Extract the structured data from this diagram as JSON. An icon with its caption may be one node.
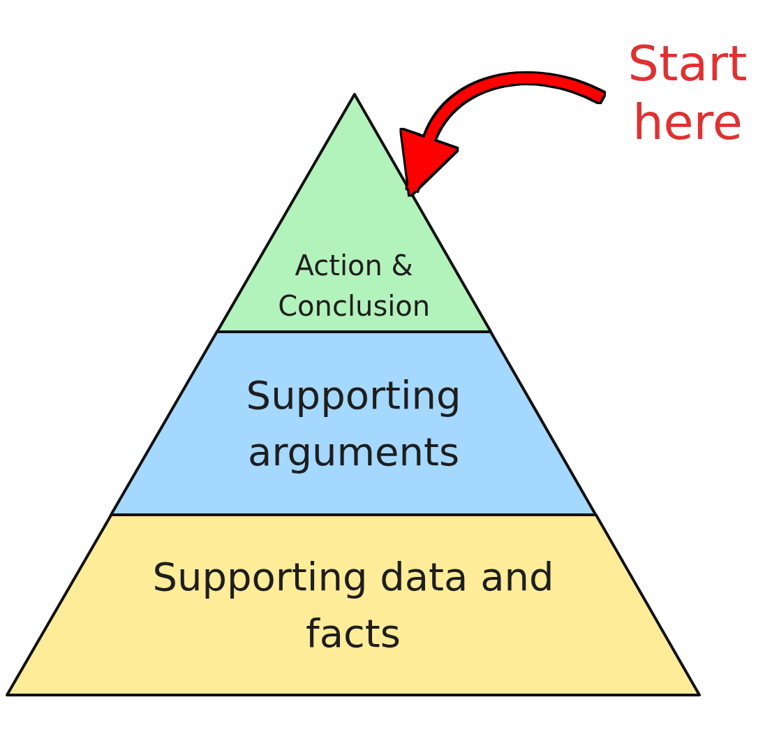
{
  "diagram": {
    "nodes": [
      {
        "text": [
          "Start here"
        ]
      },
      {
        "text": [
          "Action & Conclusion"
        ]
      },
      {
        "text": [
          "Supporting arguments"
        ]
      },
      {
        "text": [
          "Supporting data and facts"
        ]
      }
    ],
    "edges": [
      {
        "from": 0,
        "to": 1,
        "arrow": "to",
        "color": "#ff0000"
      }
    ]
  }
}
